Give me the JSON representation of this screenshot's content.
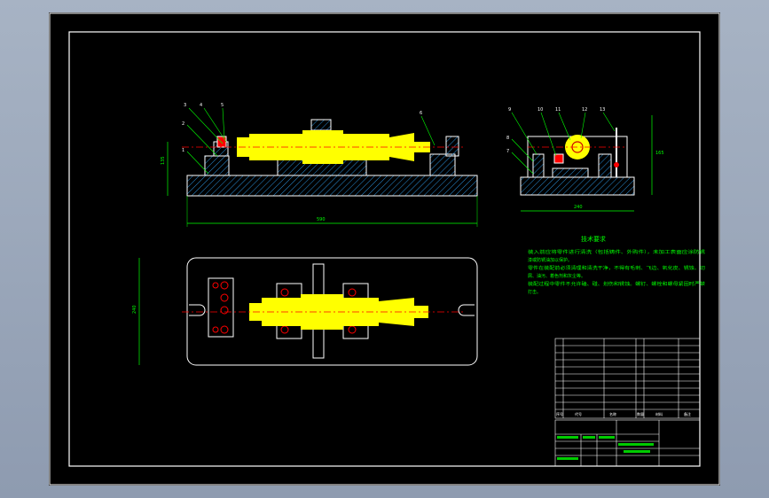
{
  "drawing": {
    "tech_title": "技术要求",
    "tech_lines": [
      "装入前应将零件进行清洗（包括铸件、外购件），未加工表面应涂防锈",
      "漆或防锈油加以保护。",
      "零件在装配前必须清理和清洗干净，不得有毛刺、飞边、氧化皮、锈蚀、切",
      "屑、油污、着色剂和灰尘等。",
      "装配过程中零件不允许磕、碰、划伤和锈蚀。螺钉、螺栓和螺母紧固时严禁",
      "打击。"
    ],
    "balloons_front": [
      "3",
      "4",
      "5",
      "2",
      "1",
      "6"
    ],
    "balloons_side": [
      "9",
      "10",
      "11",
      "12",
      "13",
      "8",
      "7"
    ],
    "dims": {
      "front_length": "590",
      "front_height": "135",
      "side_width": "240",
      "side_height": "165",
      "plan_height": "240"
    },
    "bom_header": {
      "index": "序号",
      "code": "代号",
      "name": "名称",
      "qty": "数量",
      "material": "材料",
      "note": "备注"
    }
  },
  "colors": {
    "background": "#000000",
    "frame": "#ffffff",
    "part_yellow": "#ffff00",
    "hatch": "#2a8fd8",
    "center_red": "#ff0000",
    "leader_green": "#00ff00",
    "text_green": "#00ff00"
  }
}
